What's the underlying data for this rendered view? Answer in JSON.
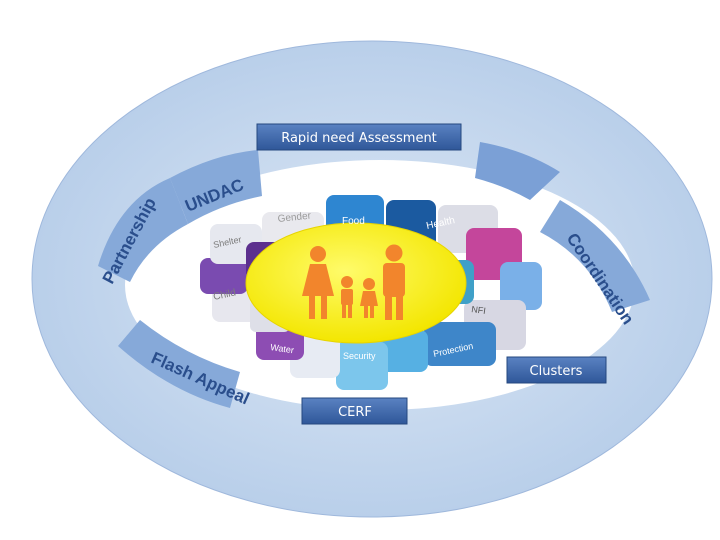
{
  "diagram": {
    "header_box": "Rapid need Assessment",
    "bottom_box": "CERF",
    "right_box": "Clusters",
    "arc_labels": {
      "undac": "UNDAC",
      "partnership": "Partnership",
      "coordination": "Coordination",
      "flash_appeal": "Flash Appeal"
    },
    "sectors": {
      "gender": "Gender",
      "food": "Food",
      "health": "Health",
      "shelter": "Shelter",
      "child": "Child",
      "nfi": "NFI",
      "water": "Water",
      "security": "Security",
      "protection": "Protection"
    },
    "colors": {
      "outer_ellipse": "#c9d9ef",
      "ring_shade": "#a9c0e2",
      "box_fill": "#3b64a6",
      "center_fill": "#f6ef0f",
      "people": "#f2852c"
    }
  }
}
